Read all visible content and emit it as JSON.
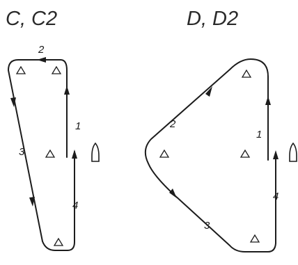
{
  "panels": [
    {
      "title": "C, C2",
      "legs": [
        "1",
        "2",
        "3",
        "4"
      ]
    },
    {
      "title": "D, D2",
      "legs": [
        "1",
        "2",
        "3",
        "4"
      ]
    }
  ],
  "icons": {
    "mark": "triangle-buoy-icon",
    "boat": "boat-icon",
    "direction": "arrowhead-icon"
  },
  "colors": {
    "line": "#1c1c1c",
    "background": "#ffffff"
  }
}
